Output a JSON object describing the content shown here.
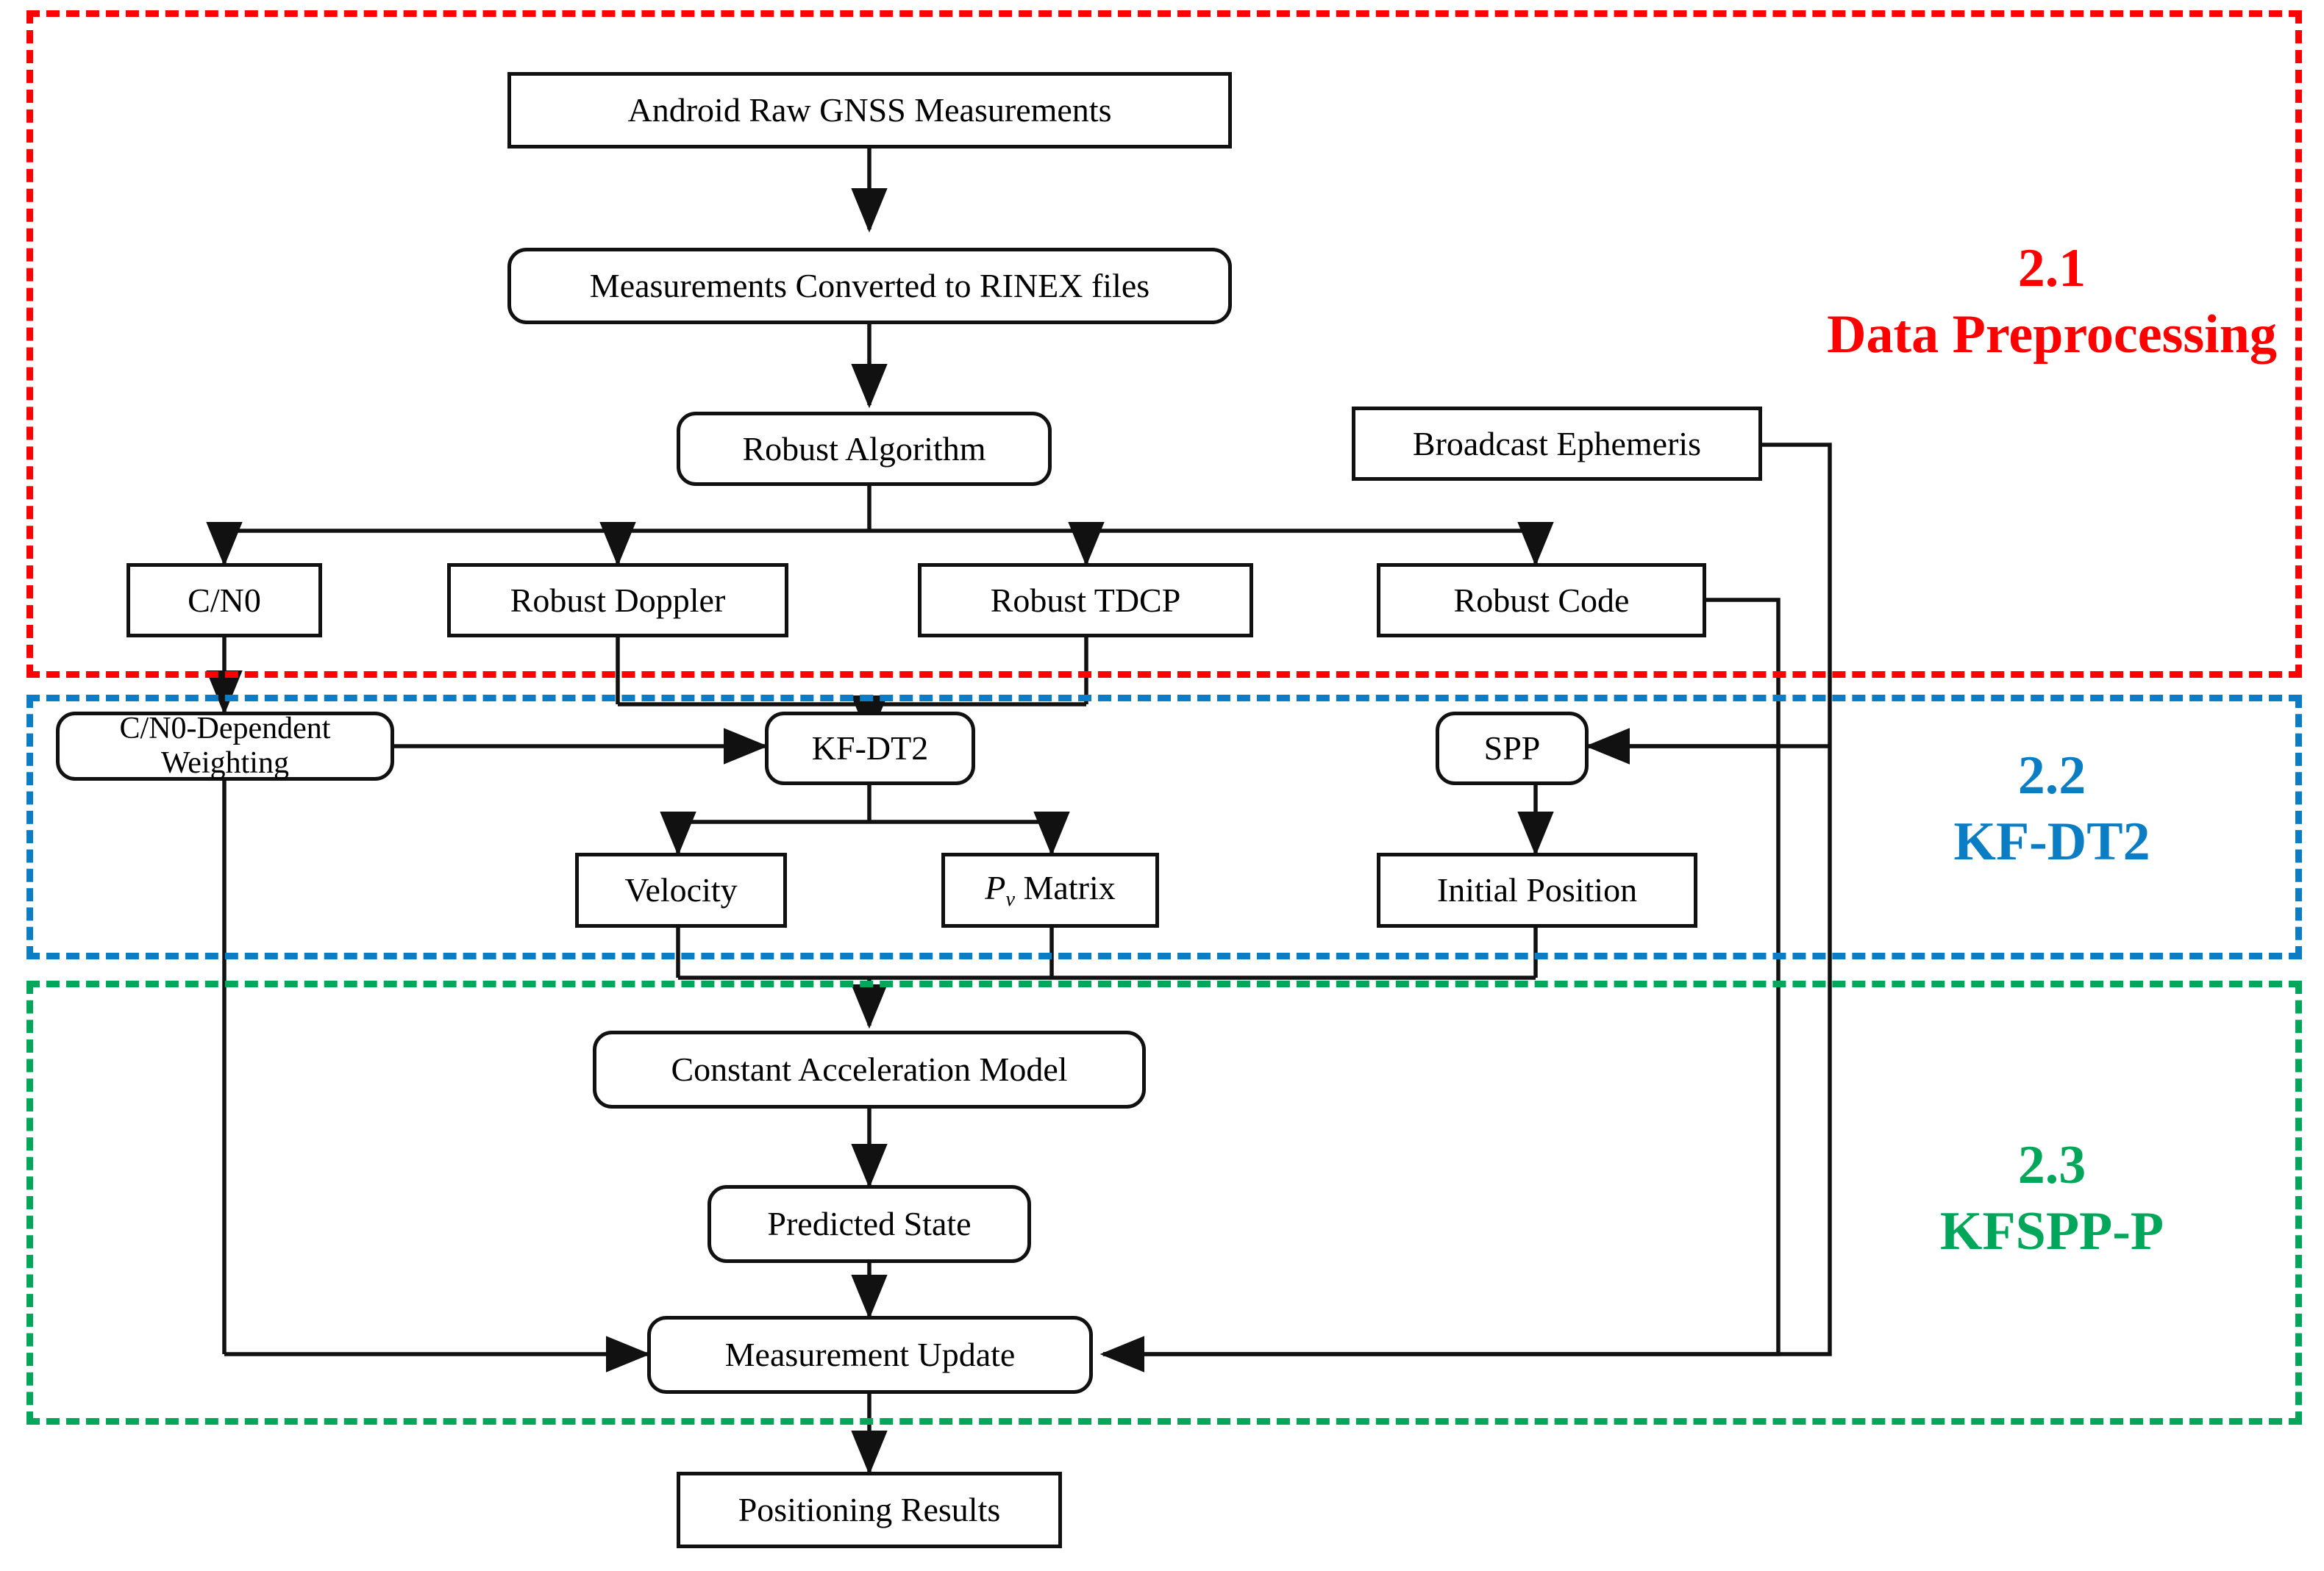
{
  "figure": {
    "type": "flowchart",
    "title": "GNSS Positioning Algorithm Flowchart"
  },
  "zones": [
    {
      "id": "data-preprocessing",
      "number": "2.1",
      "name": "Data Preprocessing",
      "color": "#FF0000"
    },
    {
      "id": "kf-dt2",
      "number": "2.2",
      "name": "KF-DT2",
      "color": "#0B7DC4"
    },
    {
      "id": "kfspp-p",
      "number": "2.3",
      "name": "KFSPP-P",
      "color": "#00A65A"
    }
  ],
  "nodes": {
    "android_raw": "Android Raw GNSS Measurements",
    "rinex": "Measurements Converted to RINEX files",
    "robust_algorithm": "Robust Algorithm",
    "broadcast_ephemeris": "Broadcast Ephemeris",
    "cn0": "C/N0",
    "robust_doppler": "Robust  Doppler",
    "robust_tdcp": "Robust  TDCP",
    "robust_code": "Robust Code",
    "cn0_weighting_line1": "C/N0-Dependent",
    "cn0_weighting_line2": "Weighting",
    "kf_dt2": "KF-DT2",
    "spp": "SPP",
    "velocity": "Velocity",
    "pv_matrix_symbol": "P",
    "pv_matrix_sub": "v",
    "pv_matrix_word": "Matrix",
    "initial_position": "Initial Position",
    "constant_accel": "Constant Acceleration Model",
    "predicted_state": "Predicted State",
    "measurement_update": "Measurement Update",
    "positioning_results": "Positioning Results"
  },
  "edges": [
    {
      "from": "android_raw",
      "to": "rinex"
    },
    {
      "from": "rinex",
      "to": "robust_algorithm"
    },
    {
      "from": "robust_algorithm",
      "to": "cn0"
    },
    {
      "from": "robust_algorithm",
      "to": "robust_doppler"
    },
    {
      "from": "robust_algorithm",
      "to": "robust_tdcp"
    },
    {
      "from": "robust_algorithm",
      "to": "robust_code"
    },
    {
      "from": "cn0",
      "to": "cn0_weighting"
    },
    {
      "from": "robust_doppler",
      "to": "kf_dt2"
    },
    {
      "from": "robust_tdcp",
      "to": "kf_dt2"
    },
    {
      "from": "robust_code",
      "to": "spp"
    },
    {
      "from": "broadcast_ephemeris",
      "to": "spp"
    },
    {
      "from": "cn0_weighting",
      "to": "kf_dt2"
    },
    {
      "from": "kf_dt2",
      "to": "velocity"
    },
    {
      "from": "kf_dt2",
      "to": "pv_matrix"
    },
    {
      "from": "spp",
      "to": "initial_position"
    },
    {
      "from": "velocity",
      "to": "constant_accel"
    },
    {
      "from": "pv_matrix",
      "to": "constant_accel"
    },
    {
      "from": "initial_position",
      "to": "constant_accel"
    },
    {
      "from": "constant_accel",
      "to": "predicted_state"
    },
    {
      "from": "predicted_state",
      "to": "measurement_update"
    },
    {
      "from": "cn0_weighting",
      "to": "measurement_update"
    },
    {
      "from": "robust_code",
      "to": "measurement_update"
    },
    {
      "from": "broadcast_ephemeris",
      "to": "measurement_update"
    },
    {
      "from": "measurement_update",
      "to": "positioning_results"
    }
  ],
  "colors": {
    "line": "#111111",
    "box_border": "#111111",
    "red": "#FF0000",
    "blue": "#0B7DC4",
    "green": "#00A65A"
  }
}
